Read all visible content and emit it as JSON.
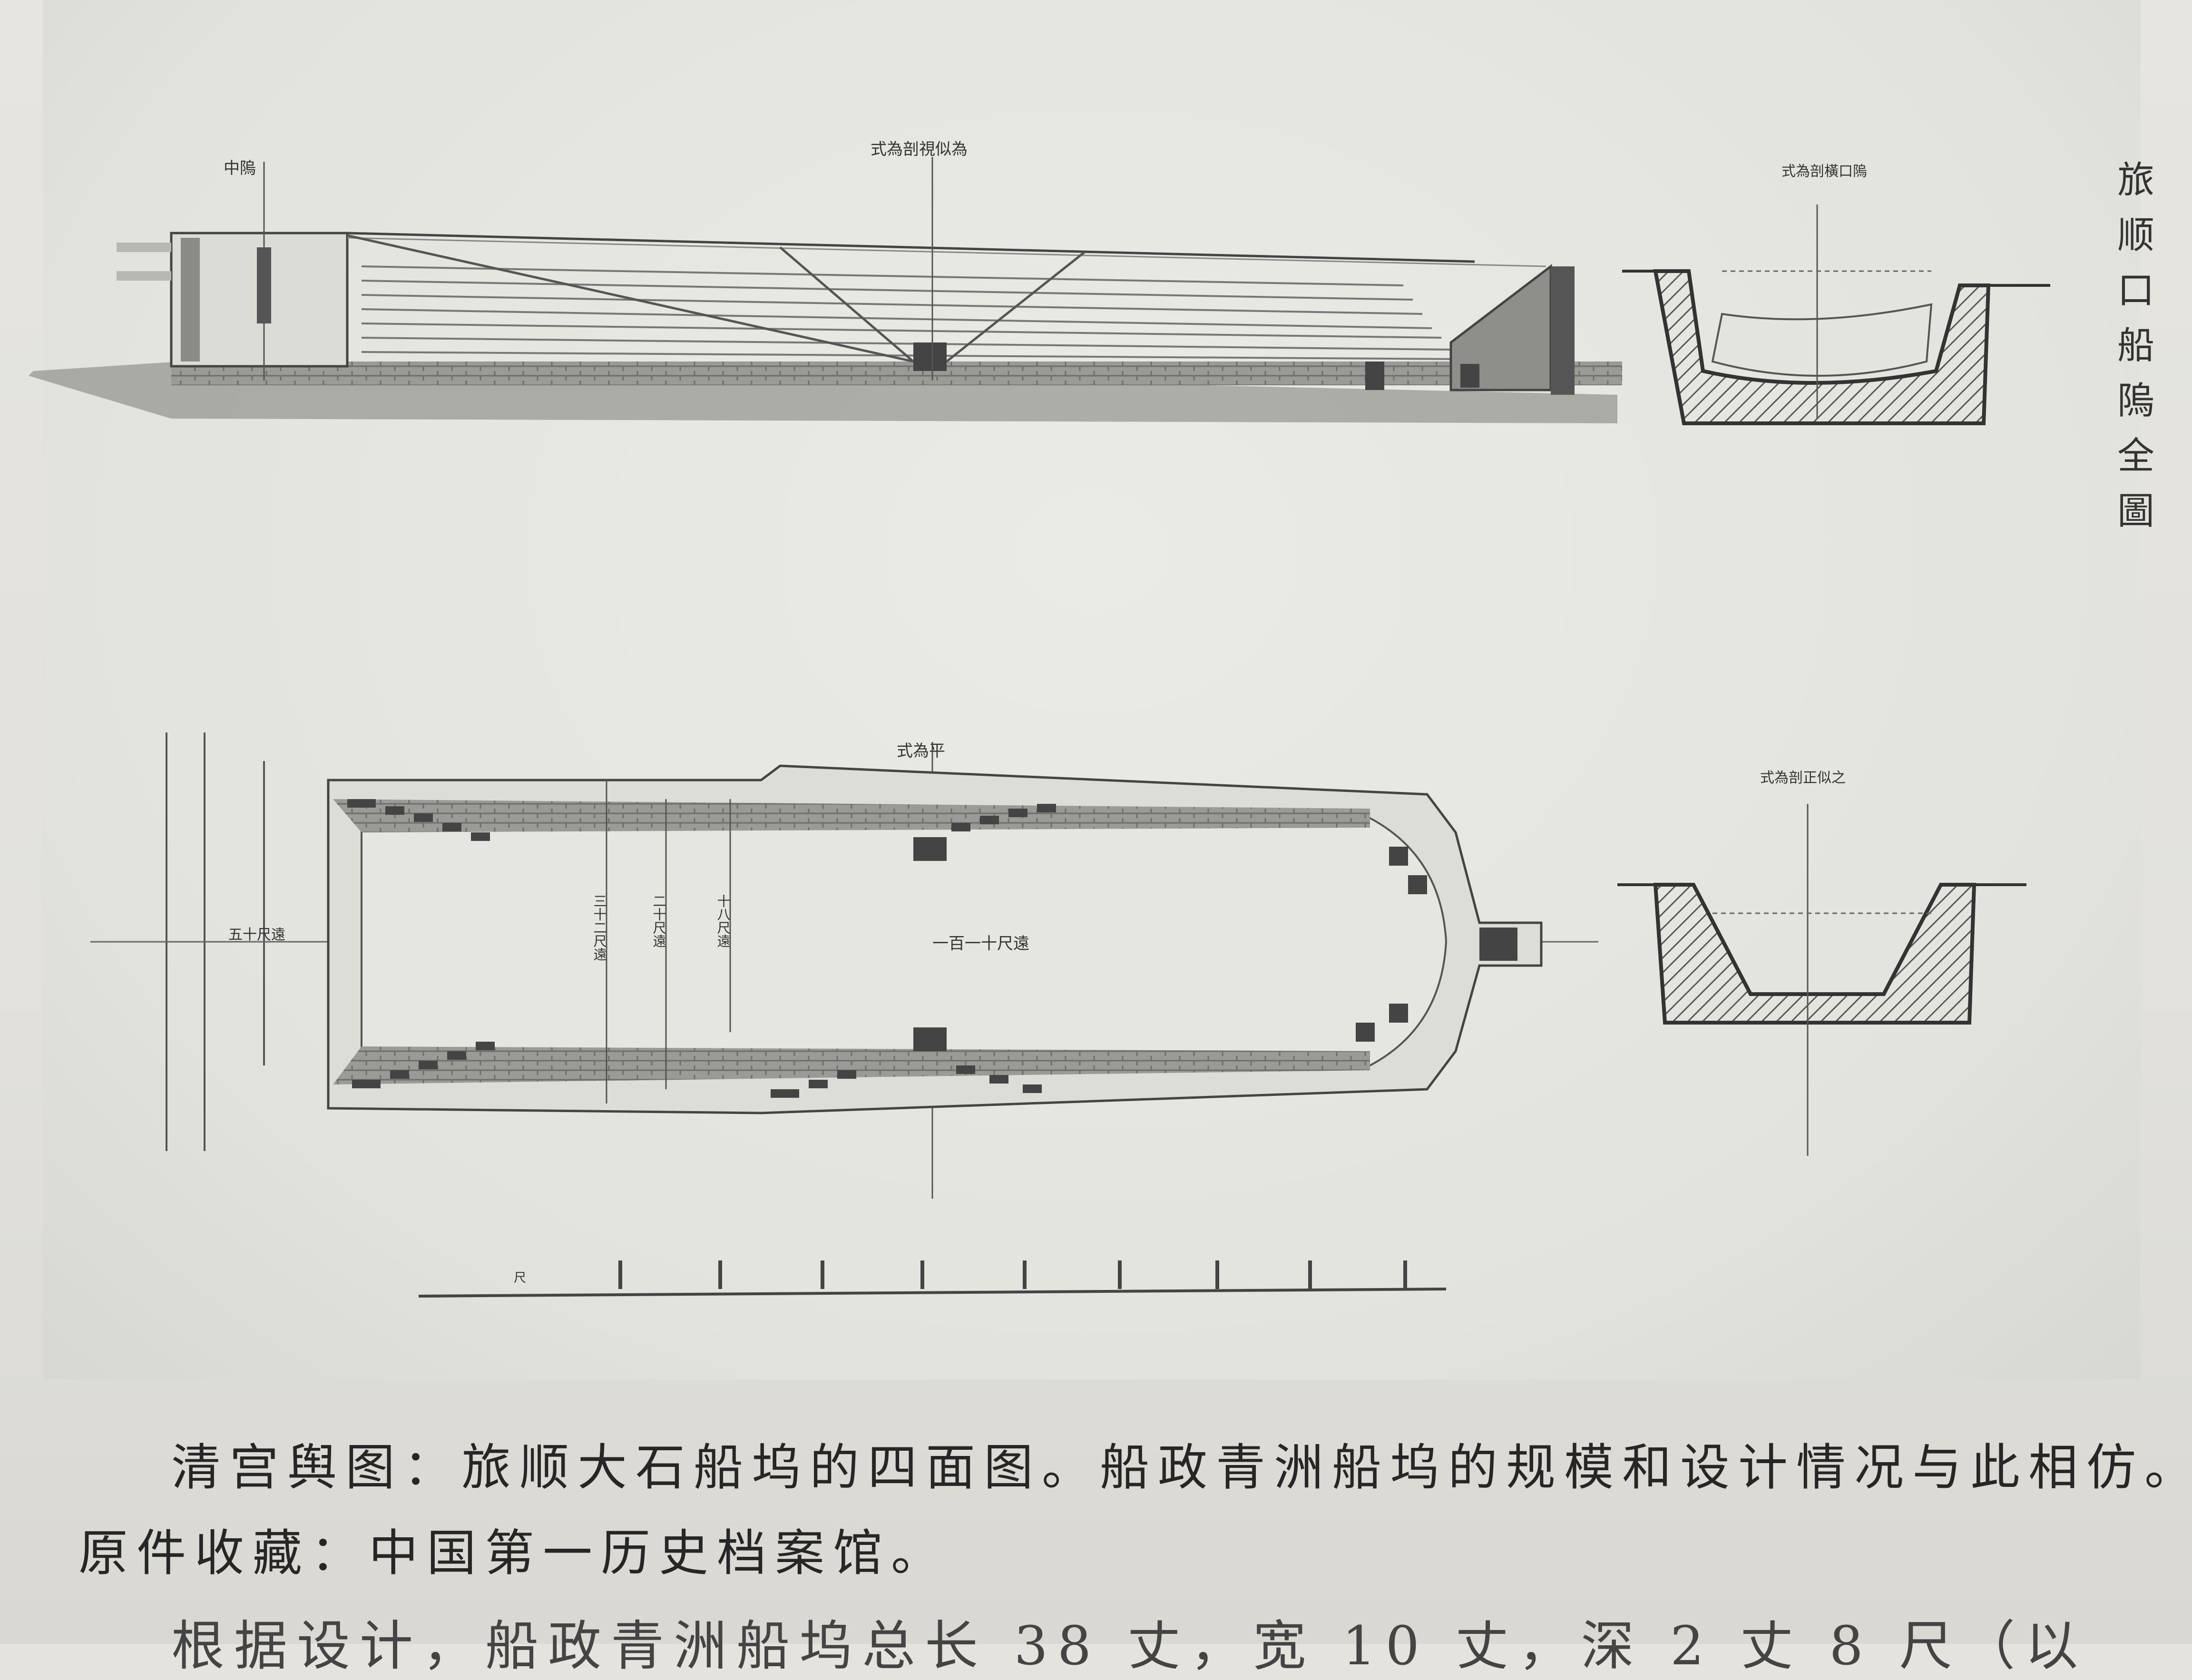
{
  "side_title": [
    "旅",
    "顺",
    "口",
    "船",
    "隖",
    "全",
    "圖"
  ],
  "drawing": {
    "longitudinal_section": {
      "left_label": "中隖",
      "center_label": "式為剖視似為",
      "right_label": "式為剖橫口隖"
    },
    "plan": {
      "top_label": "式為平",
      "right_label": "式為剖正似之",
      "center_dim": "一百一十尺遠",
      "dims": [
        "三十二尺遠",
        "二十尺遠",
        "十八尺遠"
      ],
      "left_dim": "五十尺遠"
    },
    "scale_bar_first": "尺"
  },
  "caption": {
    "line1": "清宫舆图：旅顺大石船坞的四面图。船政青洲船坞的规模和设计情况与此相仿。",
    "line2": "原件收藏：中国第一历史档案馆。"
  },
  "body_text": "根据设计，船政青洲船坞总长 38 丈，宽 10 丈，深 2 丈 8 尺（以"
}
